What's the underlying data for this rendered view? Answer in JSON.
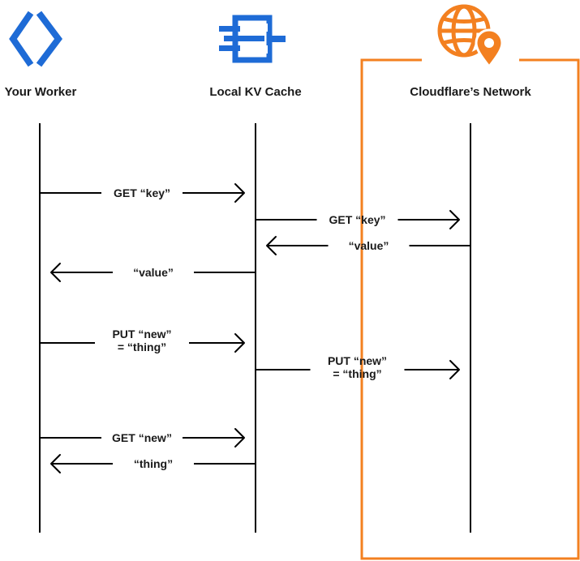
{
  "lanes": [
    {
      "key": "worker",
      "label": "Your Worker",
      "icon": "worker-chevrons-icon",
      "color": "#1e6bd6"
    },
    {
      "key": "cache",
      "label": "Local KV Cache",
      "icon": "kv-cache-icon",
      "color": "#1e6bd6"
    },
    {
      "key": "network",
      "label": "Cloudflare’s Network",
      "icon": "globe-pin-icon",
      "color": "#f38020"
    }
  ],
  "network_box_color": "#f38020",
  "messages": [
    {
      "lines": [
        "GET “key”"
      ],
      "from": "worker",
      "to": "cache"
    },
    {
      "lines": [
        "GET “key”"
      ],
      "from": "cache",
      "to": "network"
    },
    {
      "lines": [
        "“value”"
      ],
      "from": "network",
      "to": "cache"
    },
    {
      "lines": [
        "“value”"
      ],
      "from": "cache",
      "to": "worker"
    },
    {
      "lines": [
        "PUT “new”",
        "= “thing”"
      ],
      "from": "worker",
      "to": "cache"
    },
    {
      "lines": [
        "PUT “new”",
        "= “thing”"
      ],
      "from": "cache",
      "to": "network"
    },
    {
      "lines": [
        "GET “new”"
      ],
      "from": "worker",
      "to": "cache"
    },
    {
      "lines": [
        "“thing”"
      ],
      "from": "cache",
      "to": "worker"
    }
  ]
}
